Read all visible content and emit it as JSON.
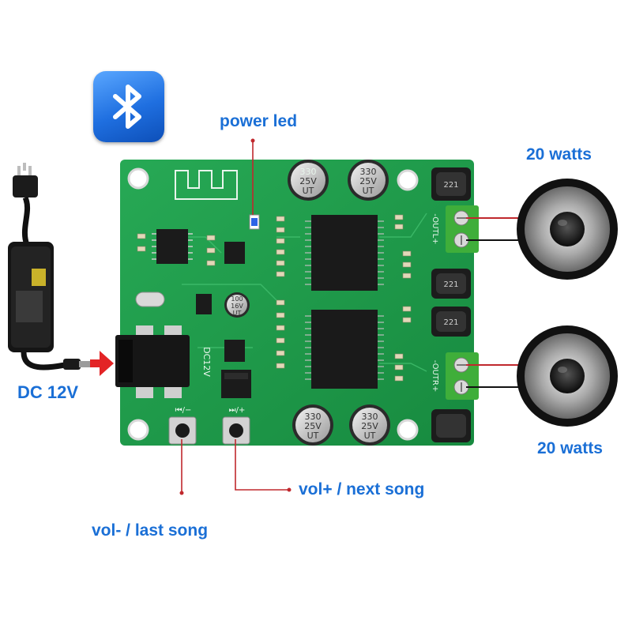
{
  "labels": {
    "power_led": "power led",
    "watts_top": "20 watts",
    "watts_bottom": "20 watts",
    "dc_input": "DC 12V",
    "vol_up": "vol+ / next song",
    "vol_down": "vol- / last song"
  },
  "silkscreen": {
    "dc": "DC12V",
    "outl": "-OUTL+",
    "outr": "-OUTR+",
    "cap_top_left": [
      "330",
      "25V",
      "UT"
    ],
    "cap_top_right": [
      "330",
      "25V",
      "UT"
    ],
    "cap_bottom_left": [
      "330",
      "25V",
      "UT"
    ],
    "cap_bottom_right": [
      "330",
      "25V",
      "UT"
    ],
    "cap_small": [
      "100",
      "16V",
      "UT"
    ],
    "inductor": "221",
    "btn_prev": "⏮/−",
    "btn_next": "⏭/+"
  },
  "colors": {
    "label_blue": "#1a6fd6",
    "pcb_green": "#1f9a4a",
    "leader_red": "#c0282d",
    "terminal_green": "#3fae3a"
  },
  "icons": [
    "bluetooth-icon",
    "power-adapter-icon",
    "speaker-icon"
  ]
}
